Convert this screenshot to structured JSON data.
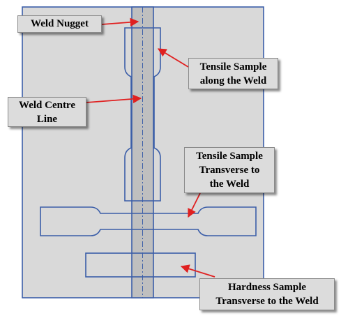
{
  "colors": {
    "plate_fill": "#d9d9d9",
    "outline": "#3b5ea8",
    "weld_fill": "#bfbfbf",
    "arrow": "#e02020",
    "callout_fill": "#dcdcdc"
  },
  "labels": {
    "weld_nugget": "Weld Nugget",
    "tensile_along": [
      "Tensile Sample",
      "along the Weld"
    ],
    "weld_centre": [
      "Weld Centre",
      "Line"
    ],
    "tensile_transverse": [
      "Tensile Sample",
      "Transverse to",
      "the Weld"
    ],
    "hardness": [
      "Hardness Sample",
      "Transverse to the Weld"
    ]
  }
}
